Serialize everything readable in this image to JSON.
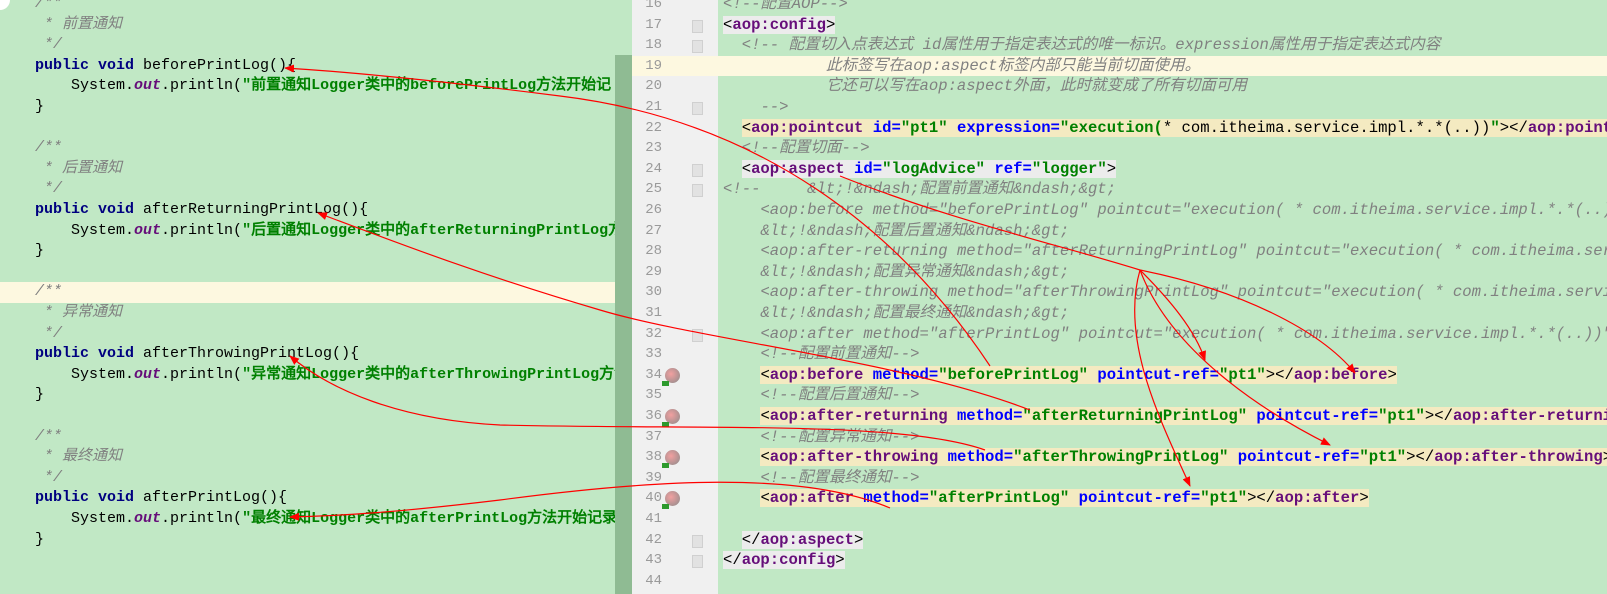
{
  "left": {
    "caret_line": 14,
    "lines": [
      {
        "tokens": [
          {
            "t": "/**",
            "c": "c"
          }
        ]
      },
      {
        "tokens": [
          {
            "t": " * 前置通知",
            "c": "c"
          }
        ]
      },
      {
        "tokens": [
          {
            "t": " */",
            "c": "c"
          }
        ]
      },
      {
        "tokens": [
          {
            "t": "public void ",
            "c": "k"
          },
          {
            "t": "beforePrintLog(){",
            "c": "p"
          }
        ]
      },
      {
        "tokens": [
          {
            "t": "    System.",
            "c": "p"
          },
          {
            "t": "out",
            "c": "i"
          },
          {
            "t": ".println(",
            "c": "p"
          },
          {
            "t": "\"前置通知Logger类中的beforePrintLog方法开始记",
            "c": "s"
          }
        ]
      },
      {
        "tokens": [
          {
            "t": "}",
            "c": "p"
          }
        ]
      },
      {
        "tokens": []
      },
      {
        "tokens": [
          {
            "t": "/**",
            "c": "c"
          }
        ]
      },
      {
        "tokens": [
          {
            "t": " * 后置通知",
            "c": "c"
          }
        ]
      },
      {
        "tokens": [
          {
            "t": " */",
            "c": "c"
          }
        ]
      },
      {
        "tokens": [
          {
            "t": "public void ",
            "c": "k"
          },
          {
            "t": "afterReturningPrintLog(){",
            "c": "p"
          }
        ]
      },
      {
        "tokens": [
          {
            "t": "    System.",
            "c": "p"
          },
          {
            "t": "out",
            "c": "i"
          },
          {
            "t": ".println(",
            "c": "p"
          },
          {
            "t": "\"后置通知Logger类中的afterReturningPrintLog方",
            "c": "s"
          }
        ]
      },
      {
        "tokens": [
          {
            "t": "}",
            "c": "p"
          }
        ]
      },
      {
        "tokens": []
      },
      {
        "tokens": [
          {
            "t": "/**",
            "c": "c"
          }
        ]
      },
      {
        "tokens": [
          {
            "t": " * 异常通知",
            "c": "c"
          }
        ]
      },
      {
        "tokens": [
          {
            "t": " */",
            "c": "c"
          }
        ]
      },
      {
        "tokens": [
          {
            "t": "public void ",
            "c": "k"
          },
          {
            "t": "afterThrowingPrintLog(){",
            "c": "p"
          }
        ]
      },
      {
        "tokens": [
          {
            "t": "    System.",
            "c": "p"
          },
          {
            "t": "out",
            "c": "i"
          },
          {
            "t": ".println(",
            "c": "p"
          },
          {
            "t": "\"异常通知Logger类中的afterThrowingPrintLog方法",
            "c": "s"
          }
        ]
      },
      {
        "tokens": [
          {
            "t": "}",
            "c": "p"
          }
        ]
      },
      {
        "tokens": []
      },
      {
        "tokens": [
          {
            "t": "/**",
            "c": "c"
          }
        ]
      },
      {
        "tokens": [
          {
            "t": " * 最终通知",
            "c": "c"
          }
        ]
      },
      {
        "tokens": [
          {
            "t": " */",
            "c": "c"
          }
        ]
      },
      {
        "tokens": [
          {
            "t": "public void ",
            "c": "k"
          },
          {
            "t": "afterPrintLog(){",
            "c": "p"
          }
        ]
      },
      {
        "tokens": [
          {
            "t": "    System.",
            "c": "p"
          },
          {
            "t": "out",
            "c": "i"
          },
          {
            "t": ".println(",
            "c": "p"
          },
          {
            "t": "\"最终通知Logger类中的afterPrintLog方法开始记录",
            "c": "s"
          }
        ]
      },
      {
        "tokens": [
          {
            "t": "}",
            "c": "p"
          }
        ]
      },
      {
        "tokens": []
      }
    ]
  },
  "right": {
    "caret_line": 19,
    "lines": [
      {
        "n": "16",
        "tokens": [
          {
            "t": "<!--配置AOP-->",
            "c": "c"
          }
        ]
      },
      {
        "n": "17",
        "fold": true,
        "tokens": [
          {
            "t": "<",
            "c": "br",
            "h": "tag"
          },
          {
            "t": "aop:config",
            "c": "tg",
            "h": "tag"
          },
          {
            "t": ">",
            "c": "br",
            "h": "tag"
          }
        ]
      },
      {
        "n": "18",
        "fold": true,
        "tokens": [
          {
            "t": "  "
          },
          {
            "t": "<!-- 配置切入点表达式 id属性用于指定表达式的唯一标识。expression属性用于指定表达式内容",
            "c": "c"
          }
        ]
      },
      {
        "n": "19",
        "tokens": [
          {
            "t": "           "
          },
          {
            "t": "此标签写在aop:aspect标签内部只能当前切面使用。",
            "c": "c"
          }
        ]
      },
      {
        "n": "20",
        "tokens": [
          {
            "t": "           "
          },
          {
            "t": "它还可以写在aop:aspect外面，此时就变成了所有切面可用",
            "c": "c"
          }
        ]
      },
      {
        "n": "21",
        "fold": true,
        "tokens": [
          {
            "t": "    "
          },
          {
            "t": "-->",
            "c": "c"
          }
        ]
      },
      {
        "n": "22",
        "tokens": [
          {
            "t": "  "
          },
          {
            "t": "<",
            "c": "br",
            "h": "match"
          },
          {
            "t": "aop:pointcut ",
            "c": "tg",
            "h": "match"
          },
          {
            "t": "id=",
            "c": "a",
            "h": "match"
          },
          {
            "t": "\"pt1\" ",
            "c": "v",
            "h": "match"
          },
          {
            "t": "expression=",
            "c": "a",
            "h": "match"
          },
          {
            "t": "\"execution(",
            "c": "v",
            "h": "match"
          },
          {
            "t": "* com.itheima.service.impl.*.*(..))",
            "c": "br",
            "h": "match"
          },
          {
            "t": "\"",
            "c": "v",
            "h": "match"
          },
          {
            "t": "></",
            "c": "br",
            "h": "match"
          },
          {
            "t": "aop:pointcut",
            "c": "tg",
            "h": "match"
          },
          {
            "t": ">",
            "c": "br",
            "h": "match"
          }
        ]
      },
      {
        "n": "23",
        "tokens": [
          {
            "t": "  "
          },
          {
            "t": "<!--配置切面-->",
            "c": "c"
          }
        ]
      },
      {
        "n": "24",
        "fold": true,
        "tokens": [
          {
            "t": "  "
          },
          {
            "t": "<",
            "c": "br",
            "h": "tag"
          },
          {
            "t": "aop:aspect ",
            "c": "tg",
            "h": "tag"
          },
          {
            "t": "id=",
            "c": "a",
            "h": "tag"
          },
          {
            "t": "\"logAdvice\" ",
            "c": "v",
            "h": "tag"
          },
          {
            "t": "ref=",
            "c": "a",
            "h": "tag"
          },
          {
            "t": "\"logger\"",
            "c": "v",
            "h": "tag"
          },
          {
            "t": ">",
            "c": "br",
            "h": "tag"
          }
        ]
      },
      {
        "n": "25",
        "fold": true,
        "tokens": [
          {
            "t": "<!--     &lt;!&ndash;配置前置通知&ndash;&gt;",
            "c": "c"
          }
        ]
      },
      {
        "n": "26",
        "tokens": [
          {
            "t": "    "
          },
          {
            "t": "<aop:before method=\"beforePrintLog\" pointcut=\"execution( * com.itheima.service.impl.*.*(..))\"></aop:before>",
            "c": "c"
          }
        ]
      },
      {
        "n": "27",
        "tokens": [
          {
            "t": "    "
          },
          {
            "t": "&lt;!&ndash;配置后置通知&ndash;&gt;",
            "c": "c"
          }
        ]
      },
      {
        "n": "28",
        "tokens": [
          {
            "t": "    "
          },
          {
            "t": "<aop:after-returning method=\"afterReturningPrintLog\" pointcut=\"execution( * com.itheima.service.impl.*.*(..))\">",
            "c": "c"
          }
        ]
      },
      {
        "n": "29",
        "tokens": [
          {
            "t": "    "
          },
          {
            "t": "&lt;!&ndash;配置异常通知&ndash;&gt;",
            "c": "c"
          }
        ]
      },
      {
        "n": "30",
        "tokens": [
          {
            "t": "    "
          },
          {
            "t": "<aop:after-throwing method=\"afterThrowingPrintLog\" pointcut=\"execution( * com.itheima.service.impl.*.*(..))\">",
            "c": "c"
          }
        ]
      },
      {
        "n": "31",
        "tokens": [
          {
            "t": "    "
          },
          {
            "t": "&lt;!&ndash;配置最终通知&ndash;&gt;",
            "c": "c"
          }
        ]
      },
      {
        "n": "32",
        "fold": true,
        "tokens": [
          {
            "t": "    "
          },
          {
            "t": "<aop:after method=\"afterPrintLog\" pointcut=\"execution( * com.itheima.service.impl.*.*(..))\">-->",
            "c": "c"
          }
        ]
      },
      {
        "n": "33",
        "tokens": [
          {
            "t": "    "
          },
          {
            "t": "<!--配置前置通知-->",
            "c": "c"
          }
        ]
      },
      {
        "n": "34",
        "icon": true,
        "tokens": [
          {
            "t": "    "
          },
          {
            "t": "<",
            "c": "br",
            "h": "match"
          },
          {
            "t": "aop:before ",
            "c": "tg",
            "h": "match"
          },
          {
            "t": "method=",
            "c": "a",
            "h": "match"
          },
          {
            "t": "\"beforePrintLog\" ",
            "c": "v",
            "h": "match"
          },
          {
            "t": "pointcut-ref=",
            "c": "a",
            "h": "match"
          },
          {
            "t": "\"pt1\"",
            "c": "v",
            "h": "match"
          },
          {
            "t": "></",
            "c": "br",
            "h": "match"
          },
          {
            "t": "aop:before",
            "c": "tg",
            "h": "match"
          },
          {
            "t": ">",
            "c": "br",
            "h": "match"
          }
        ]
      },
      {
        "n": "35",
        "tokens": [
          {
            "t": "    "
          },
          {
            "t": "<!--配置后置通知-->",
            "c": "c"
          }
        ]
      },
      {
        "n": "36",
        "icon": true,
        "tokens": [
          {
            "t": "    "
          },
          {
            "t": "<",
            "c": "br",
            "h": "match"
          },
          {
            "t": "aop:after-returning ",
            "c": "tg",
            "h": "match"
          },
          {
            "t": "method=",
            "c": "a",
            "h": "match"
          },
          {
            "t": "\"afterReturningPrintLog\" ",
            "c": "v",
            "h": "match"
          },
          {
            "t": "pointcut-ref=",
            "c": "a",
            "h": "match"
          },
          {
            "t": "\"pt1\"",
            "c": "v",
            "h": "match"
          },
          {
            "t": "></",
            "c": "br",
            "h": "match"
          },
          {
            "t": "aop:after-returning",
            "c": "tg",
            "h": "match"
          },
          {
            "t": ">",
            "c": "br",
            "h": "match"
          }
        ]
      },
      {
        "n": "37",
        "tokens": [
          {
            "t": "    "
          },
          {
            "t": "<!--配置异常通知-->",
            "c": "c"
          }
        ]
      },
      {
        "n": "38",
        "icon": true,
        "tokens": [
          {
            "t": "    "
          },
          {
            "t": "<",
            "c": "br",
            "h": "match"
          },
          {
            "t": "aop:after-throwing ",
            "c": "tg",
            "h": "match"
          },
          {
            "t": "method=",
            "c": "a",
            "h": "match"
          },
          {
            "t": "\"afterThrowingPrintLog\" ",
            "c": "v",
            "h": "match"
          },
          {
            "t": "pointcut-ref=",
            "c": "a",
            "h": "match"
          },
          {
            "t": "\"pt1\"",
            "c": "v",
            "h": "match"
          },
          {
            "t": "></",
            "c": "br",
            "h": "match"
          },
          {
            "t": "aop:after-throwing",
            "c": "tg",
            "h": "match"
          },
          {
            "t": ">",
            "c": "br",
            "h": "match"
          }
        ]
      },
      {
        "n": "39",
        "tokens": [
          {
            "t": "    "
          },
          {
            "t": "<!--配置最终通知-->",
            "c": "c"
          }
        ]
      },
      {
        "n": "40",
        "icon": true,
        "tokens": [
          {
            "t": "    "
          },
          {
            "t": "<",
            "c": "br",
            "h": "match"
          },
          {
            "t": "aop:after ",
            "c": "tg",
            "h": "match"
          },
          {
            "t": "method=",
            "c": "a",
            "h": "match"
          },
          {
            "t": "\"afterPrintLog\" ",
            "c": "v",
            "h": "match"
          },
          {
            "t": "pointcut-ref=",
            "c": "a",
            "h": "match"
          },
          {
            "t": "\"pt1\"",
            "c": "v",
            "h": "match"
          },
          {
            "t": "></",
            "c": "br",
            "h": "match"
          },
          {
            "t": "aop:after",
            "c": "tg",
            "h": "match"
          },
          {
            "t": ">",
            "c": "br",
            "h": "match"
          }
        ]
      },
      {
        "n": "41",
        "tokens": []
      },
      {
        "n": "42",
        "fold": true,
        "tokens": [
          {
            "t": "  "
          },
          {
            "t": "</",
            "c": "br",
            "h": "tag"
          },
          {
            "t": "aop:aspect",
            "c": "tg",
            "h": "tag"
          },
          {
            "t": ">",
            "c": "br",
            "h": "tag"
          }
        ]
      },
      {
        "n": "43",
        "fold": true,
        "tokens": [
          {
            "t": "</",
            "c": "br",
            "h": "tag"
          },
          {
            "t": "aop:config",
            "c": "tg",
            "h": "tag"
          },
          {
            "t": ">",
            "c": "br",
            "h": "tag"
          }
        ]
      },
      {
        "n": "44",
        "tokens": []
      }
    ]
  },
  "annotation_color": "#ff0000"
}
